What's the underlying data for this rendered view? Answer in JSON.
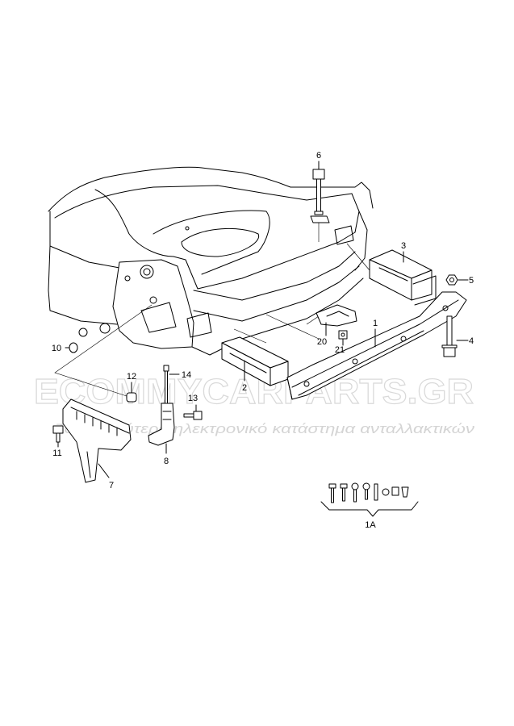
{
  "labels": {
    "part_1": "1",
    "part_1A": "1A",
    "part_2": "2",
    "part_3": "3",
    "part_4": "4",
    "part_5": "5",
    "part_6": "6",
    "part_7": "7",
    "part_8": "8",
    "part_10": "10",
    "part_11": "11",
    "part_12": "12",
    "part_13": "13",
    "part_14": "14",
    "part_20": "20",
    "part_21": "21"
  },
  "watermark": {
    "site": "ECOMMYCARPARTS.GR",
    "tagline": "Το μεγαλύτερο ηλεκτρονικό κατάστημα ανταλλακτικών"
  }
}
